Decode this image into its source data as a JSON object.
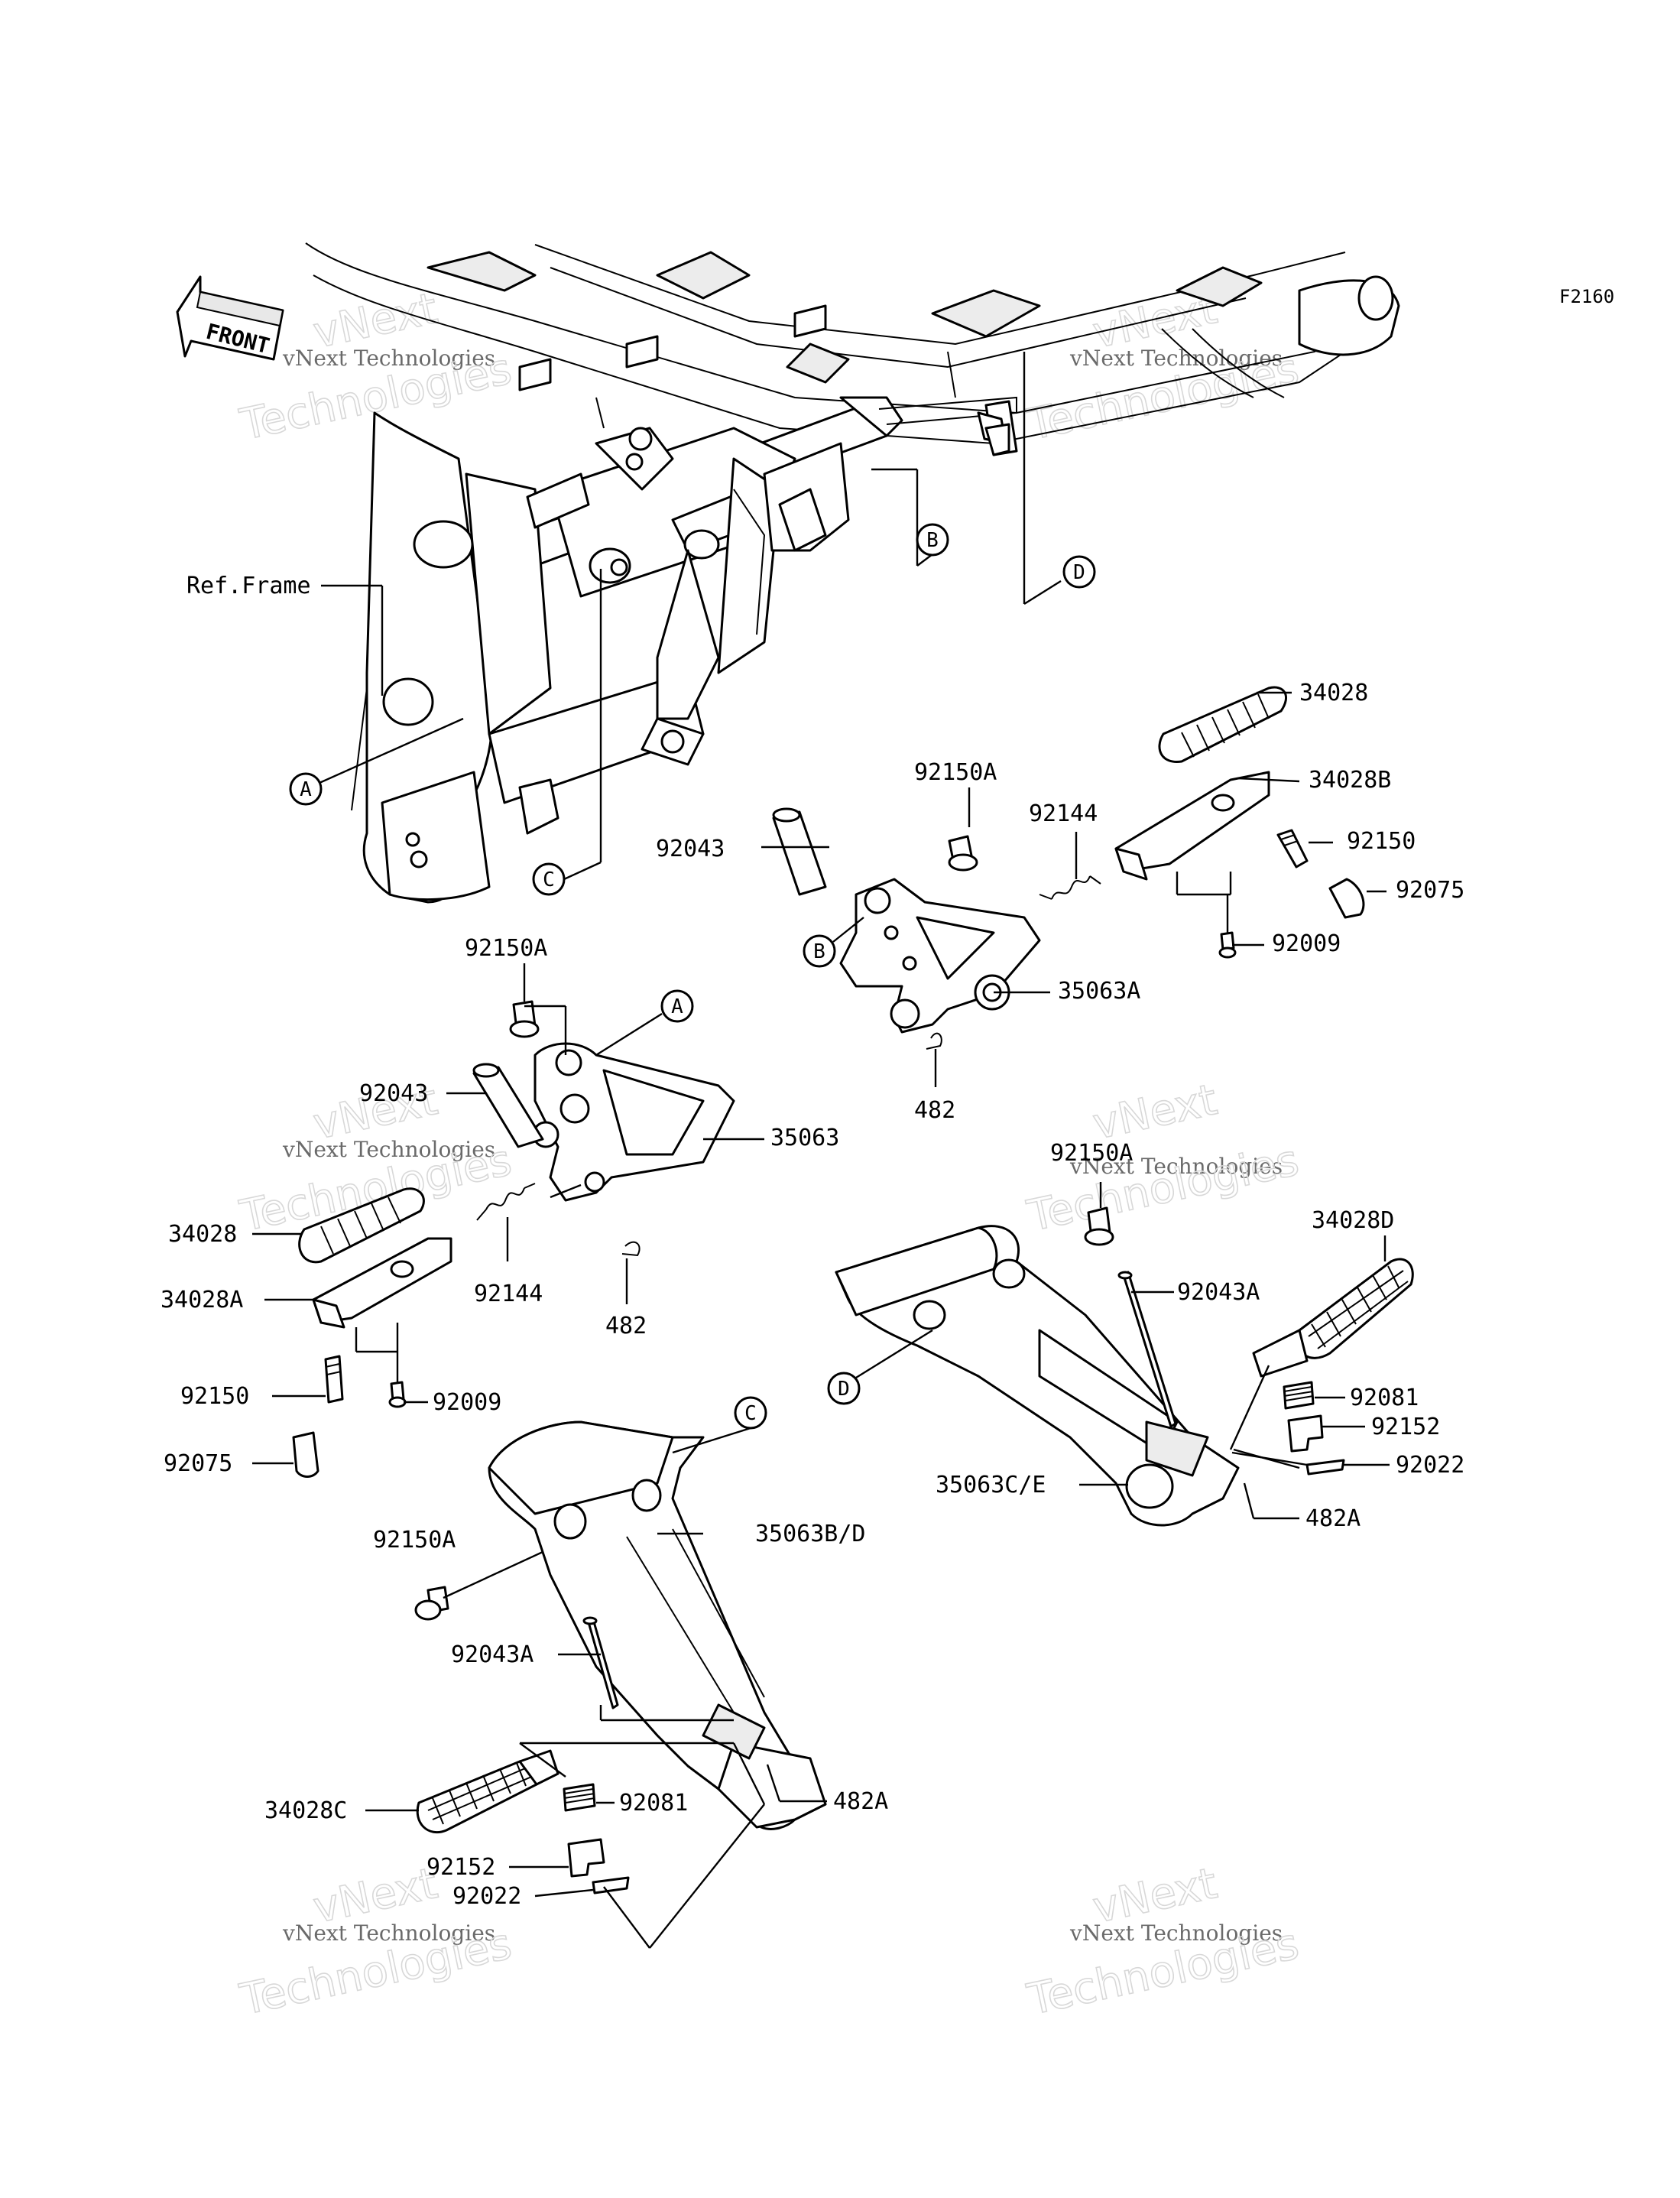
{
  "diagram": {
    "code": "F2160",
    "front_label": "FRONT",
    "ref_frame": "Ref.Frame",
    "callouts": {
      "a": "A",
      "b": "B",
      "c": "C",
      "d": "D"
    },
    "watermark": {
      "line1": "vNext",
      "line2": "vNext Technologies",
      "line3": "Technologies"
    },
    "parts": {
      "p34028_r": "34028",
      "p34028B": "34028B",
      "p92150A_r": "92150A",
      "p92144_r": "92144",
      "p92150_r": "92150",
      "p92043_r": "92043",
      "p92075_r": "92075",
      "p92009_r": "92009",
      "p35063A": "35063A",
      "p482_r": "482",
      "p92150A_l": "92150A",
      "p92043_l": "92043",
      "p35063": "35063",
      "p34028_l": "34028",
      "p34028A": "34028A",
      "p92144_l": "92144",
      "p482_l": "482",
      "p92150_l": "92150",
      "p92009_l": "92009",
      "p92075_l": "92075",
      "p92150A_rr": "92150A",
      "p34028D": "34028D",
      "p92043A_r": "92043A",
      "p92081_r": "92081",
      "p92152_r": "92152",
      "p92022_r": "92022",
      "p35063CE": "35063C/E",
      "p482A_r": "482A",
      "p92150A_rl": "92150A",
      "p35063BD": "35063B/D",
      "p92043A_l": "92043A",
      "p34028C": "34028C",
      "p92081_l": "92081",
      "p482A_l": "482A",
      "p92152_l": "92152",
      "p92022_l": "92022"
    }
  }
}
